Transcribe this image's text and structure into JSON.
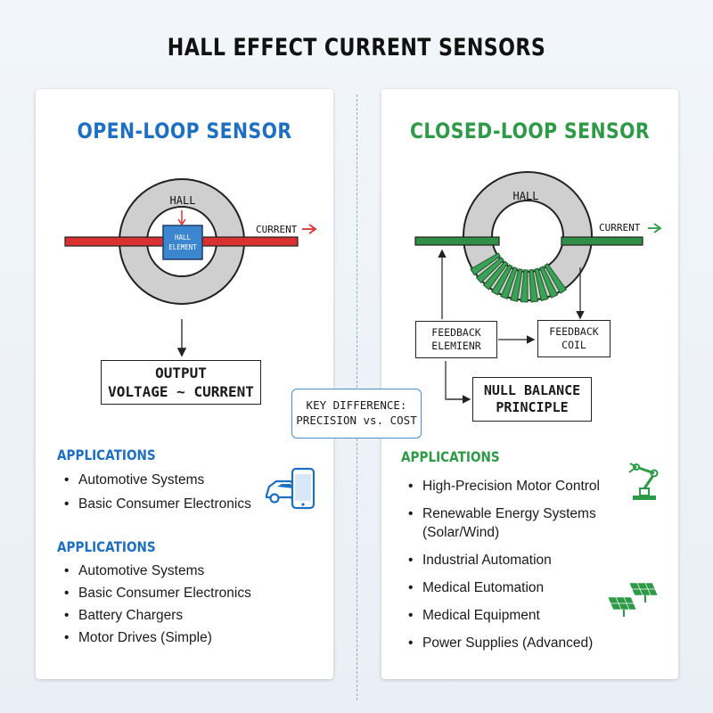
{
  "title": "HALL EFFECT CURRENT SENSORS",
  "open_loop": {
    "title": "OPEN-LOOP SENSOR",
    "hall_label": "HALL",
    "hall_element_line1": "HALL",
    "hall_element_line2": "ELEMENT",
    "current_label": "CURRENT",
    "output_line1": "OUTPUT",
    "output_line2": "VOLTAGE ~ CURRENT",
    "applications_heading_1": "APPLICATIONS",
    "applications_1": [
      "Automotive Systems",
      "Basic Consumer Electronics"
    ],
    "applications_heading_2": "APPLICATIONS",
    "applications_2": [
      "Automotive Systems",
      "Basic Consumer Electronics",
      "Battery Chargers",
      "Motor Drives (Simple)"
    ],
    "color": "#1f6fc1",
    "conductor_color": "#d93030"
  },
  "key_difference": {
    "line1": "KEY DIFFERENCE:",
    "line2": "PRECISION vs. COST"
  },
  "closed_loop": {
    "title": "CLOSED-LOOP SENSOR",
    "hall_label": "HALL",
    "current_label": "CURRENT",
    "feedback_element_line1": "FEEDBACK",
    "feedback_element_line2": "ELEMIENR",
    "feedback_coil_line1": "FEEDBACK",
    "feedback_coil_line2": "COIL",
    "null_balance_line1": "NULL BALANCE",
    "null_balance_line2": "PRINCIPLE",
    "applications_heading": "APPLICATIONS",
    "applications": [
      "High-Precision Motor Control",
      "Renewable Energy Systems (Solar/Wind)",
      "Industrial Automation",
      "Medical Eutomation",
      "Medical Equipment",
      "Power Supplies (Advanced)"
    ],
    "color": "#2e9a48",
    "conductor_color": "#2f8f45"
  },
  "icons": [
    "car-icon",
    "phone-icon",
    "robot-arm-icon",
    "solar-panel-icon"
  ]
}
